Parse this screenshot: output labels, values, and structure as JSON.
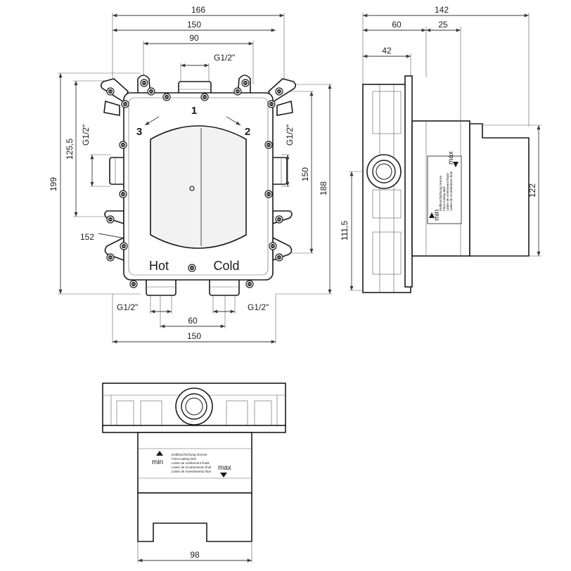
{
  "front_view": {
    "dims": {
      "width_overall": "166",
      "width_frame": "150",
      "width_inner": "90",
      "top_thread": "G1/2\"",
      "left_thread": "G1/2\"",
      "right_thread": "G1/2\"",
      "height_overall": "199",
      "height_ports": "125,5",
      "height_right_ports": "150",
      "height_right": "188",
      "diag": "152",
      "bottom_thread_left": "G1/2\"",
      "bottom_thread_right": "G1/2\"",
      "bottom_spacing": "60",
      "bottom_width": "150"
    },
    "labels": {
      "port1": "1",
      "port2": "2",
      "port3": "3",
      "hot": "Hot",
      "cold": "Cold"
    }
  },
  "side_view": {
    "dims": {
      "depth_total": "142",
      "depth_a": "60",
      "depth_b": "25",
      "depth_c": "42",
      "height": "122",
      "height_axis": "111,5"
    },
    "labels": {
      "min": "min",
      "max": "max",
      "plate_lines": [
        "Endbeschichtung Grenze",
        "Final coating limit",
        "Limite de revêtement finale",
        "Limite de recubrimiento final"
      ]
    }
  },
  "bottom_view": {
    "dims": {
      "width": "98"
    },
    "labels": {
      "min": "min",
      "max": "max",
      "plate_lines": [
        "Endbeschichtung Grenze",
        "Final coating limit",
        "Limite de revêtement finale",
        "Limite de recubrimiento final",
        "Limite de revestimiento final"
      ]
    }
  }
}
